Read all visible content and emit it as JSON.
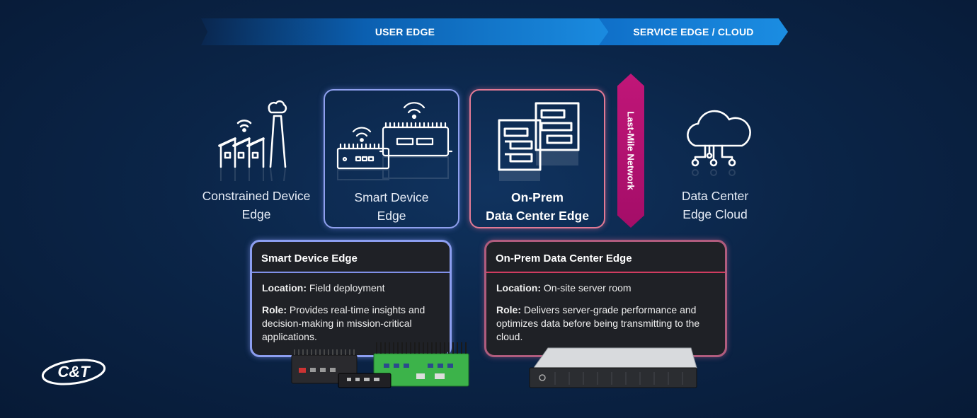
{
  "bands": {
    "user_edge": "USER EDGE",
    "service_edge": "SERVICE EDGE / CLOUD"
  },
  "tiers": {
    "constrained": {
      "line1": "Constrained Device",
      "line2": "Edge"
    },
    "smart": {
      "line1": "Smart Device",
      "line2": "Edge"
    },
    "onprem": {
      "line1": "On-Prem",
      "line2": "Data Center Edge"
    },
    "cloud": {
      "line1": "Data Center",
      "line2": "Edge Cloud"
    }
  },
  "last_mile": "Last-Mile Network",
  "cards": {
    "smart": {
      "title": "Smart Device Edge",
      "location_label": "Location:",
      "location_value": " Field deployment",
      "role_label": "Role:",
      "role_value": " Provides real-time insights and decision-making in mission-critical applications."
    },
    "onprem": {
      "title": "On-Prem Data Center Edge",
      "location_label": "Location:",
      "location_value": " On-site server room",
      "role_label": "Role:",
      "role_value": " Delivers server-grade performance and optimizes data before being transmitting to the cloud."
    }
  },
  "logo": {
    "text": "C&T"
  },
  "colors": {
    "background": "#0b2548",
    "user_edge_band": "#1a8be0",
    "last_mile": "#b3126f",
    "smart_border": "#8c9ef0",
    "onprem_border": "#e27a95"
  }
}
